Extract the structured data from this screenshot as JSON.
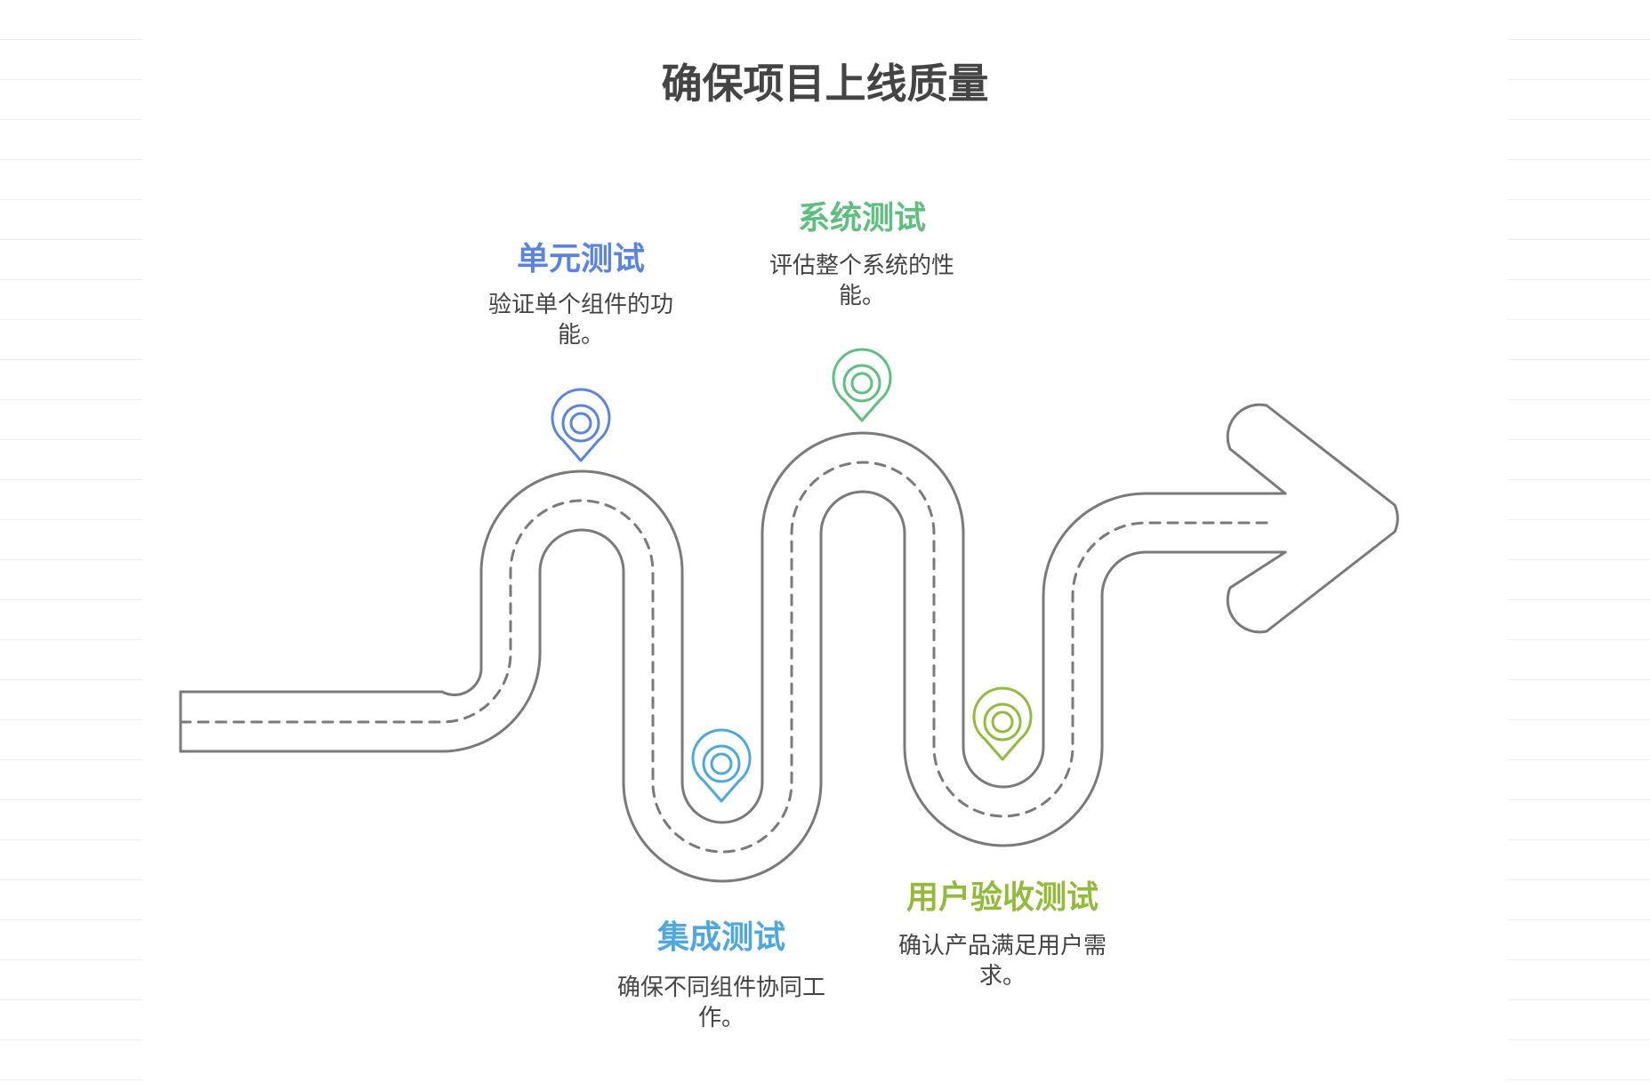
{
  "title": "确保项目上线质量",
  "stages": [
    {
      "name": "单元测试",
      "desc": "验证单个组件的功能。",
      "color": "#5b84e0"
    },
    {
      "name": "集成测试",
      "desc": "确保不同组件协同工作。",
      "color": "#4ea8dd"
    },
    {
      "name": "系统测试",
      "desc": "评估整个系统的性能。",
      "color": "#5fbf7f"
    },
    {
      "name": "用户验收测试",
      "desc": "确认产品满足用户需求。",
      "color": "#93bb3a"
    }
  ],
  "road_color": "#7a7a7a",
  "icons": [
    "location-pin-icon",
    "arrow-right-icon"
  ]
}
